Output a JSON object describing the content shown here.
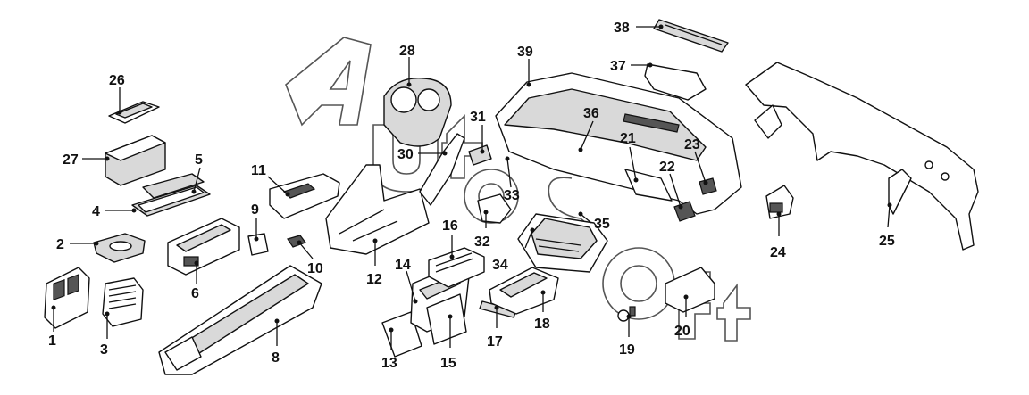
{
  "callouts": [
    {
      "id": "1",
      "label": "1"
    },
    {
      "id": "2",
      "label": "2"
    },
    {
      "id": "3",
      "label": "3"
    },
    {
      "id": "4",
      "label": "4"
    },
    {
      "id": "5",
      "label": "5"
    },
    {
      "id": "6",
      "label": "6"
    },
    {
      "id": "8",
      "label": "8"
    },
    {
      "id": "9",
      "label": "9"
    },
    {
      "id": "10",
      "label": "10"
    },
    {
      "id": "11",
      "label": "11"
    },
    {
      "id": "12",
      "label": "12"
    },
    {
      "id": "13",
      "label": "13"
    },
    {
      "id": "14",
      "label": "14"
    },
    {
      "id": "15",
      "label": "15"
    },
    {
      "id": "16",
      "label": "16"
    },
    {
      "id": "17",
      "label": "17"
    },
    {
      "id": "18",
      "label": "18"
    },
    {
      "id": "19",
      "label": "19"
    },
    {
      "id": "20",
      "label": "20"
    },
    {
      "id": "21",
      "label": "21"
    },
    {
      "id": "22",
      "label": "22"
    },
    {
      "id": "23",
      "label": "23"
    },
    {
      "id": "24",
      "label": "24"
    },
    {
      "id": "25",
      "label": "25"
    },
    {
      "id": "26",
      "label": "26"
    },
    {
      "id": "27",
      "label": "27"
    },
    {
      "id": "28",
      "label": "28"
    },
    {
      "id": "30",
      "label": "30"
    },
    {
      "id": "31",
      "label": "31"
    },
    {
      "id": "32",
      "label": "32"
    },
    {
      "id": "33",
      "label": "33"
    },
    {
      "id": "34",
      "label": "34"
    },
    {
      "id": "35",
      "label": "35"
    },
    {
      "id": "36",
      "label": "36"
    },
    {
      "id": "37",
      "label": "37"
    },
    {
      "id": "38",
      "label": "38"
    },
    {
      "id": "39",
      "label": "39"
    }
  ],
  "watermark": {
    "text": "AutoSoft",
    "color": "#555555"
  },
  "colors": {
    "line": "#111111",
    "shade": "#d9d9d9",
    "background": "#ffffff"
  }
}
